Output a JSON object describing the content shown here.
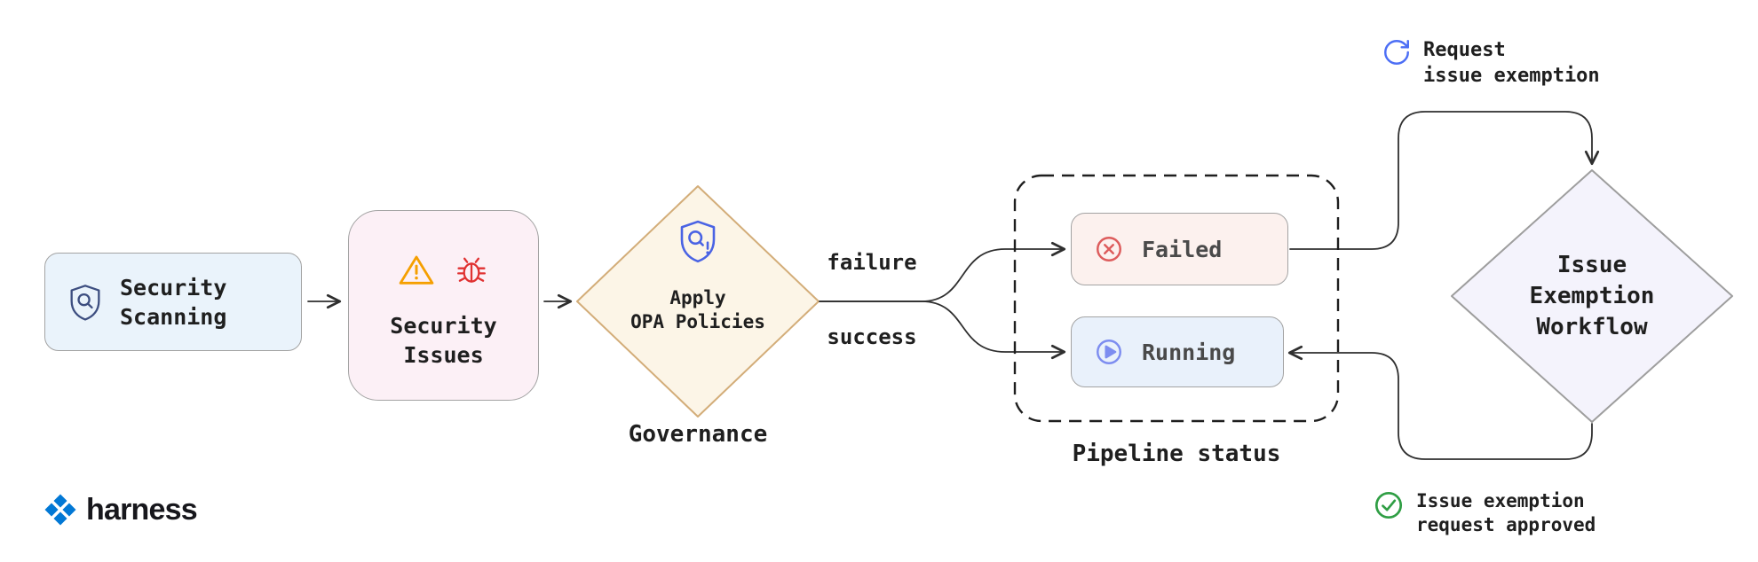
{
  "colors": {
    "brand_blue": "#0278d5",
    "connector_line": "#2f2f2f",
    "scanning_fill": "#eaf3fb",
    "issues_fill": "#fcf0f6",
    "opa_fill": "#fcf5e7",
    "opa_border": "#d3ad79",
    "failed_fill": "#fcf1ee",
    "running_fill": "#e9f1fb",
    "exemption_fill": "#f4f3fc",
    "warning_orange": "#f59f00",
    "bug_red": "#e03131",
    "failed_red": "#dd5c5c",
    "running_periwinkle": "#7d8df0",
    "request_blue": "#4c6ef5",
    "approved_green": "#2f9e44",
    "shield_navy": "#3d4e80",
    "opa_shield_blue": "#4a63e4"
  },
  "nodes": {
    "security_scanning": {
      "line1": "Security",
      "line2": "Scanning"
    },
    "security_issues": {
      "line1": "Security",
      "line2": "Issues"
    },
    "apply_opa": {
      "line1": "Apply",
      "line2": "OPA Policies",
      "caption": "Governance"
    },
    "failed": {
      "label": "Failed"
    },
    "running": {
      "label": "Running"
    },
    "pipeline_status_caption": "Pipeline status",
    "issue_exemption": {
      "lines": [
        "Issue",
        "Exemption",
        "Workflow"
      ]
    }
  },
  "edges": {
    "failure_label": "failure",
    "success_label": "success"
  },
  "annotations": {
    "request_exemption": {
      "line1": "Request",
      "line2": "issue exemption"
    },
    "approved": {
      "line1": "Issue exemption",
      "line2": "request approved"
    }
  },
  "footer": {
    "brand": "harness"
  },
  "icons": {
    "security_scanning": "shield-search",
    "security_issues": [
      "warning-triangle",
      "bug"
    ],
    "apply_opa": "shield-policy-alert",
    "failed": "circle-x",
    "running": "circle-play",
    "request_exemption": "rotate-arrow",
    "approved": "check-circle",
    "brand": "harness-logo"
  }
}
